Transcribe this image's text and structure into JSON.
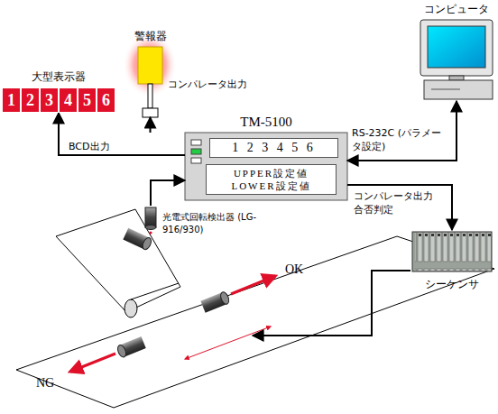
{
  "diagram": {
    "nodes": [
      {
        "text": [
          "大型表示器"
        ]
      },
      {
        "text": [
          "1"
        ],
        "in": 0
      },
      {
        "text": [
          "2"
        ],
        "in": 0
      },
      {
        "text": [
          "3"
        ],
        "in": 0
      },
      {
        "text": [
          "4"
        ],
        "in": 0
      },
      {
        "text": [
          "5"
        ],
        "in": 0
      },
      {
        "text": [
          "6"
        ],
        "in": 0
      },
      {
        "text": [
          "警報器"
        ]
      },
      {
        "text": [
          "TM-5100"
        ]
      },
      {
        "text": [
          "1 2 3 4 5 6"
        ],
        "in": 8
      },
      {
        "text": [
          "UPPER設定値 LOWER設定値"
        ],
        "in": 8
      },
      {
        "text": [
          "コンピュータ"
        ]
      },
      {
        "text": [
          "シーケンサ"
        ]
      },
      {
        "text": [
          "光電式回転検出器 (LG-916/930)"
        ]
      }
    ],
    "edges": [
      {
        "from": 8,
        "to": 0,
        "arrow": "to",
        "label": "BCD出力"
      },
      {
        "from": 8,
        "to": 7,
        "arrow": "to",
        "label": "コンパレータ出力"
      },
      {
        "from": 11,
        "to": 8,
        "arrow": "both",
        "label": "RS-232C (パラメータ設定)"
      },
      {
        "from": 8,
        "to": 12,
        "arrow": "to",
        "label": "コンパレータ出力 合否判定"
      },
      {
        "from": 13,
        "to": 8,
        "arrow": "to"
      }
    ],
    "labels": [
      "OK",
      "NG"
    ]
  }
}
